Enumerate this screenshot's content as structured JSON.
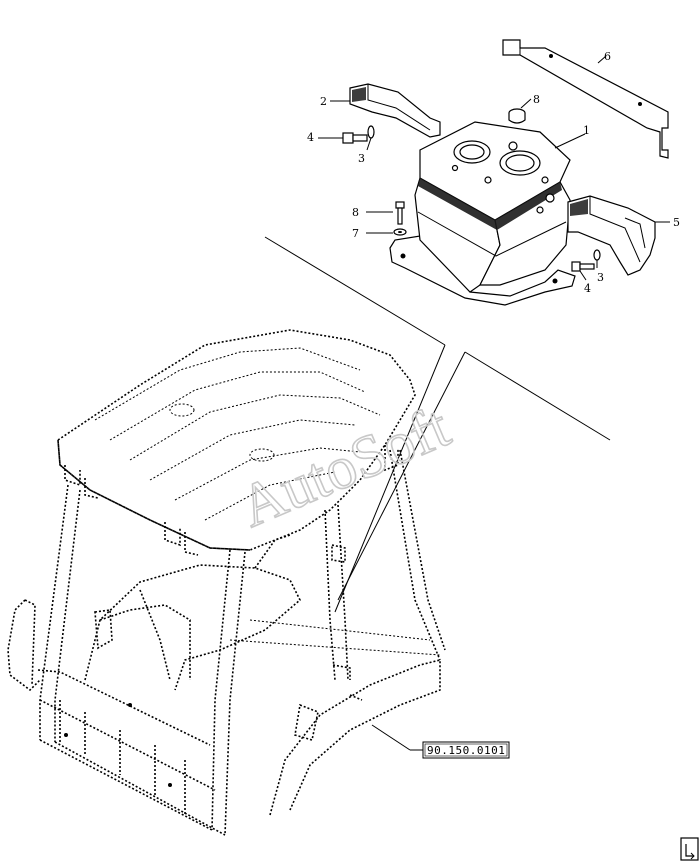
{
  "callouts": {
    "c1": "1",
    "c2": "2",
    "c3a": "3",
    "c3b": "3",
    "c4a": "4",
    "c4b": "4",
    "c5": "5",
    "c6": "6",
    "c7": "7",
    "c8a": "8",
    "c8b": "8"
  },
  "reference_box": "90.150.0101",
  "watermark": "AutoSoft",
  "corner_icon": "next-page-icon"
}
